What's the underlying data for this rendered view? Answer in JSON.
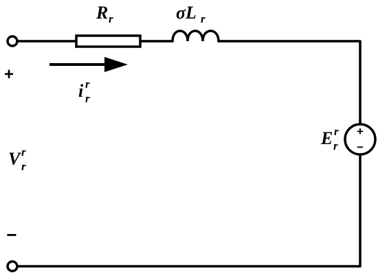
{
  "circuit": {
    "resistor": {
      "base": "R",
      "sub": "r"
    },
    "inductor": {
      "base": "σL",
      "sub": "r"
    },
    "current": {
      "base": "i",
      "sub": "r",
      "sup": "r"
    },
    "voltage": {
      "base": "V",
      "sub": "r",
      "sup": "r"
    },
    "emf": {
      "base": "E",
      "sub": "r",
      "sup": "r",
      "plus": "+",
      "minus": "−"
    },
    "terminal_plus": "+",
    "terminal_minus": "−"
  },
  "colors": {
    "stroke": "#000000",
    "background": "#ffffff"
  }
}
